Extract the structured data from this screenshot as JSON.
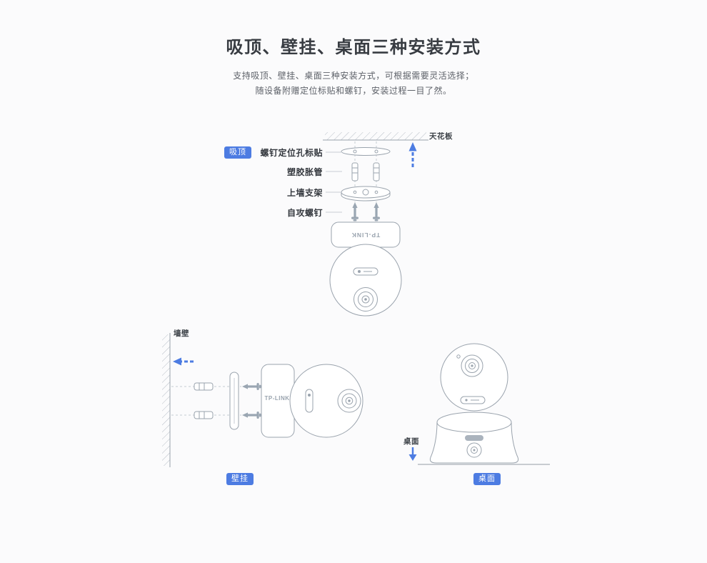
{
  "colors": {
    "accent": "#4d7ce2",
    "line": "#9aa3ad"
  },
  "header": {
    "title": "吸顶、壁挂、桌面三种安装方式",
    "subtitle_lines": [
      "支持吸顶、壁挂、桌面三种安装方式，可根据需要灵活选择；",
      "随设备附赠定位标贴和螺钉，安装过程一目了然。"
    ]
  },
  "ceiling_section": {
    "badge": "吸顶",
    "surface_label": "天花板",
    "part_labels": [
      "螺钉定位孔标贴",
      "塑胶胀管",
      "上墙支架",
      "自攻螺钉"
    ],
    "camera_brand": "TP-LINK"
  },
  "wall_section": {
    "badge": "壁挂",
    "surface_label": "墙壁",
    "camera_brand": "TP-LINK"
  },
  "desk_section": {
    "badge": "桌面",
    "surface_label": "桌面"
  }
}
